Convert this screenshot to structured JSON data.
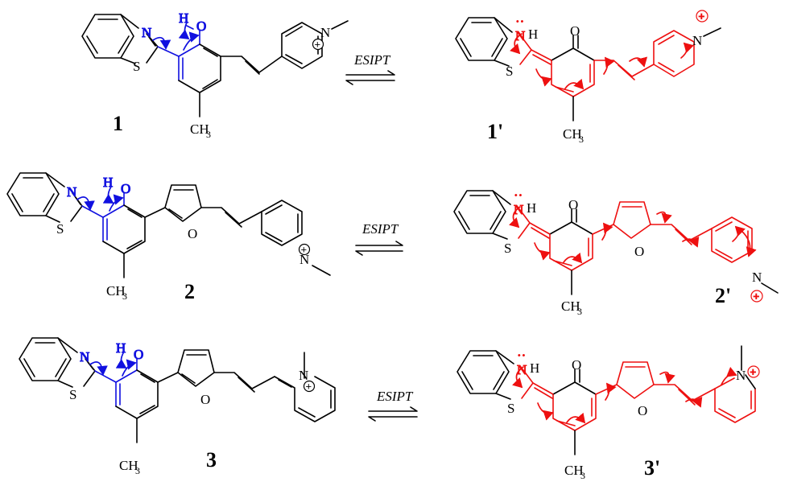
{
  "equilibria": [
    {
      "id": "row-1",
      "arrow_label": "ESIPT",
      "enol_label": "1",
      "keto_label": "1'"
    },
    {
      "id": "row-2",
      "arrow_label": "ESIPT",
      "enol_label": "2",
      "keto_label": "2'"
    },
    {
      "id": "row-3",
      "arrow_label": "ESIPT",
      "enol_label": "3",
      "keto_label": "3'"
    }
  ],
  "atoms": {
    "N": "N",
    "S": "S",
    "O": "O",
    "H": "H",
    "CH": "CH",
    "three": "3",
    "plus": "+",
    "lone_pair": "··"
  },
  "colors": {
    "enol_highlight": "#1010e0",
    "keto_highlight": "#ee1010",
    "bonds": "#000000"
  }
}
